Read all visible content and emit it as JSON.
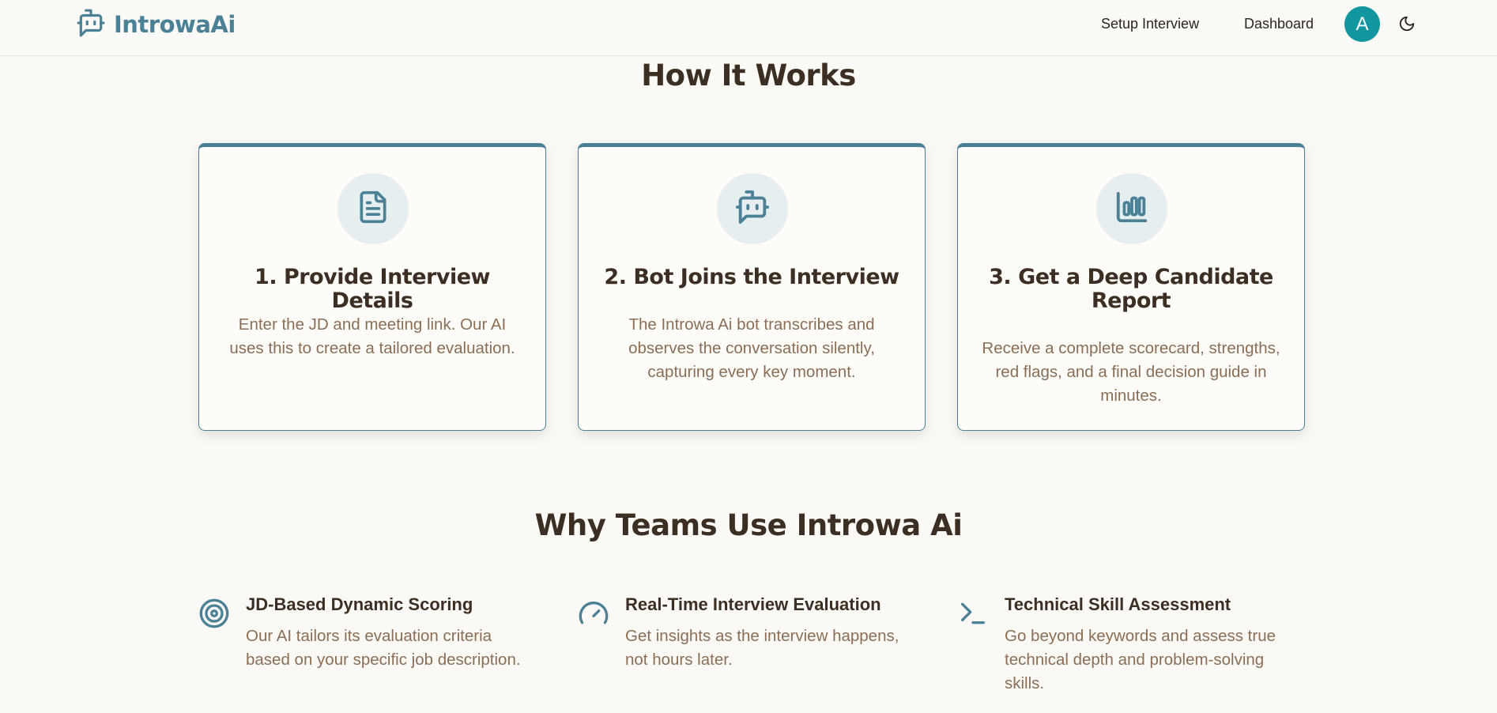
{
  "header": {
    "brand_name": "IntrowaAi",
    "brand_icon": "bot-message-icon",
    "nav": {
      "setup": "Setup Interview",
      "dashboard": "Dashboard"
    },
    "avatar_initial": "A",
    "theme_toggle_icon": "moon-icon"
  },
  "how_it_works": {
    "title": "How It Works",
    "cards": [
      {
        "icon": "document-icon",
        "title": "1. Provide Interview Details",
        "description": "Enter the JD and meeting link. Our AI uses this to create a tailored evaluation."
      },
      {
        "icon": "bot-icon",
        "title": "2. Bot Joins the Interview",
        "description": "The Introwa Ai bot transcribes and observes the conversation silently, capturing every key moment."
      },
      {
        "icon": "bar-chart-icon",
        "title": "3. Get a Deep Candidate Report",
        "description": "Receive a complete scorecard, strengths, red flags, and a final decision guide in minutes."
      }
    ]
  },
  "why_teams": {
    "title": "Why Teams Use Introwa Ai",
    "features": [
      {
        "icon": "target-icon",
        "title": "JD-Based Dynamic Scoring",
        "description": "Our AI tailors its evaluation criteria based on your specific job description."
      },
      {
        "icon": "gauge-icon",
        "title": "Real-Time Interview Evaluation",
        "description": "Get insights as the interview happens, not hours later."
      },
      {
        "icon": "terminal-icon",
        "title": "Technical Skill Assessment",
        "description": "Go beyond keywords and assess true technical depth and problem-solving skills."
      }
    ]
  },
  "colors": {
    "accent": "#4a8196",
    "avatar": "#12969f",
    "background": "#faf9f5",
    "heading": "#3b2f24",
    "body_text": "#8a6e55"
  }
}
